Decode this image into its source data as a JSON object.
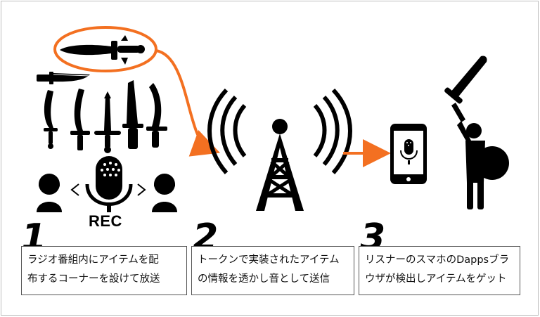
{
  "rec_label": "REC",
  "steps": [
    {
      "number": "1",
      "line1": "ラジオ番組内にアイテムを配",
      "line2": "布するコーナーを設けて放送"
    },
    {
      "number": "2",
      "line1": "トークンで実装されたアイテム",
      "line2": "の情報を透かし音として送信"
    },
    {
      "number": "3",
      "line1": "リスナーのスマホのDappsブラ",
      "line2": "ウザが検出しアイテムをゲット"
    }
  ],
  "colors": {
    "accent": "#f37021",
    "ink": "#000000"
  },
  "icons": [
    "dagger-icon",
    "sword-icon",
    "knife-icon",
    "microphone-icon",
    "person-icon",
    "radio-tower-icon",
    "smartphone-icon",
    "warrior-icon",
    "shield-icon"
  ]
}
